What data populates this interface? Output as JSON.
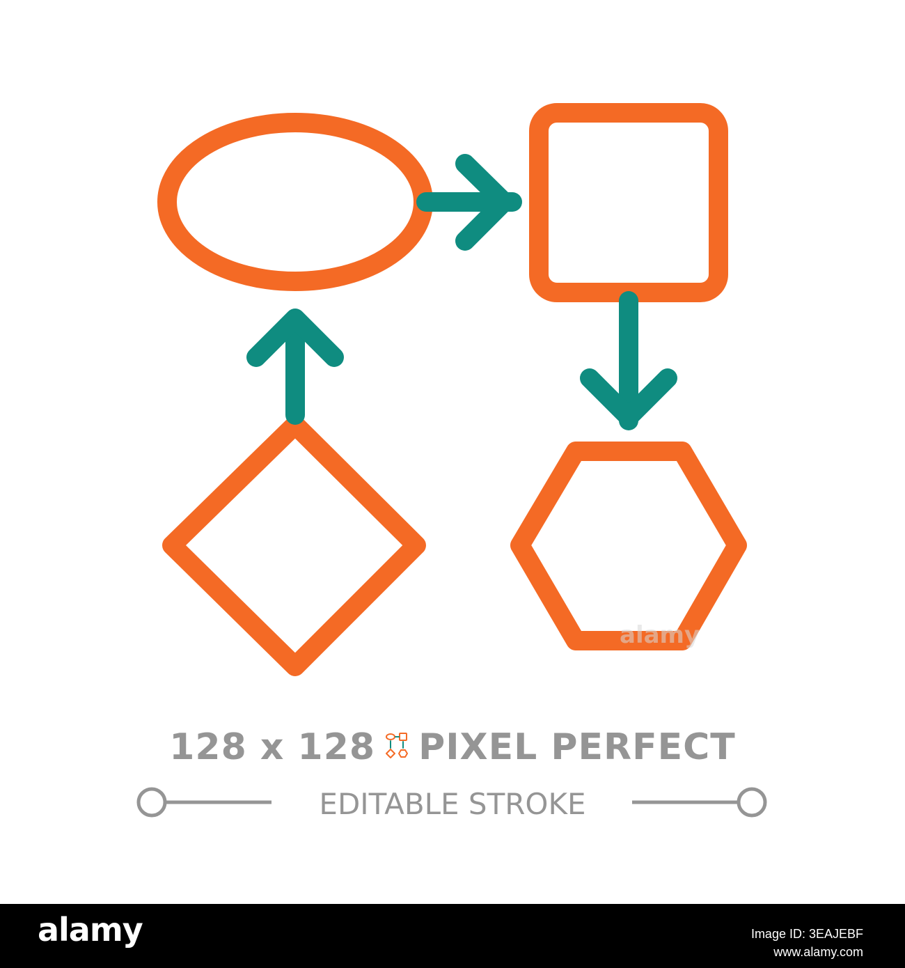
{
  "diagram": {
    "colors": {
      "shape_stroke": "#F46A25",
      "arrow_stroke": "#0F8C80",
      "caption_text": "#959595",
      "footer_bg": "#000000",
      "footer_text": "#FFFFFF"
    },
    "nodes": [
      {
        "id": "ellipse",
        "shape": "ellipse"
      },
      {
        "id": "square",
        "shape": "rounded-square"
      },
      {
        "id": "diamond",
        "shape": "diamond"
      },
      {
        "id": "hexagon",
        "shape": "hexagon"
      }
    ],
    "edges": [
      {
        "from": "ellipse",
        "to": "square"
      },
      {
        "from": "square",
        "to": "hexagon"
      },
      {
        "from": "diamond",
        "to": "ellipse"
      }
    ]
  },
  "caption": {
    "main": "128 x 128",
    "main_suffix": "PIXEL PERFECT",
    "sub": "EDITABLE STROKE"
  },
  "footer": {
    "brand": "alamy",
    "image_id": "Image ID: 3EAJEBF",
    "site": "www.alamy.com"
  },
  "watermark": "alamy"
}
